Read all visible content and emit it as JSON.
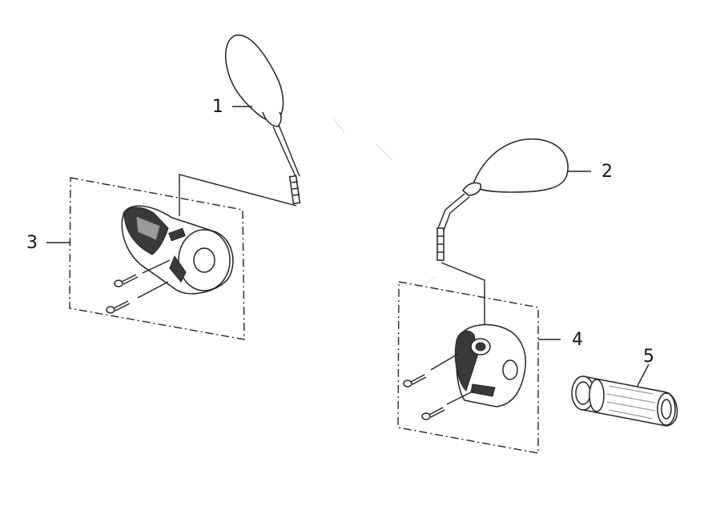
{
  "callouts": {
    "part_1": "1",
    "part_2": "2",
    "part_3": "3",
    "part_4": "4",
    "part_5": "5"
  },
  "colors": {
    "line": "#222222",
    "background": "#ffffff"
  }
}
